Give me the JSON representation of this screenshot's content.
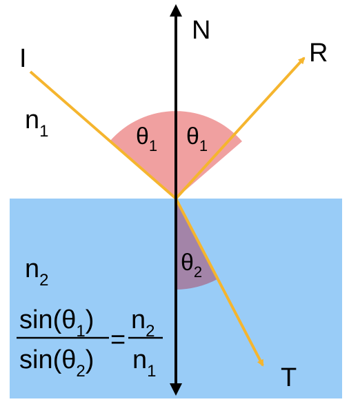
{
  "labels": {
    "normal": "N",
    "incident": "I",
    "reflected": "R",
    "transmitted": "T",
    "medium1": {
      "base": "n",
      "sub": "1"
    },
    "medium2": {
      "base": "n",
      "sub": "2"
    },
    "theta1_left": {
      "base": "θ",
      "sub": "1"
    },
    "theta1_right": {
      "base": "θ",
      "sub": "1"
    },
    "theta2": {
      "base": "θ",
      "sub": "2"
    }
  },
  "formula": {
    "num_left": {
      "pre": "sin(θ",
      "sub": "1",
      "post": ")"
    },
    "den_left": {
      "pre": "sin(θ",
      "sub": "2",
      "post": ")"
    },
    "equals": "=",
    "num_right": {
      "base": "n",
      "sub": "2"
    },
    "den_right": {
      "base": "n",
      "sub": "1"
    }
  },
  "colors": {
    "medium2_fill": "#99ccf7",
    "ray": "#f5b52e",
    "arc_theta1": "#f0a0a0",
    "arc_theta2": "#a384a8",
    "normal_line": "#000000"
  }
}
